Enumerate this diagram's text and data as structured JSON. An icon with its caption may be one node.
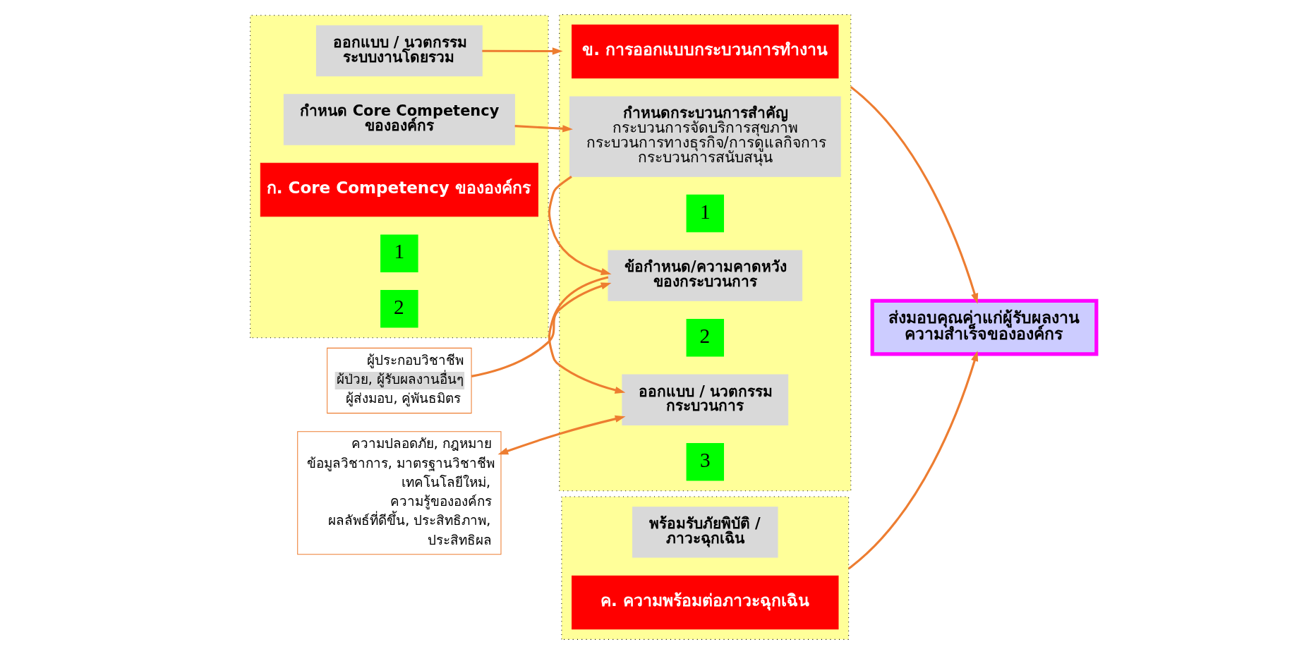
{
  "diagram": {
    "nodes": [
      {
        "text": [],
        "shape": "box"
      },
      {
        "text": [
          "ก. Core Competency ขององค์กร"
        ],
        "in": 0
      },
      {
        "text": [
          "กำหนด Core Competency ขององค์กร"
        ],
        "in": 0
      },
      {
        "text": [
          "1"
        ],
        "in": 0
      },
      {
        "text": [
          "ออกแบบ / นวตกรรม ระบบงานโดยรวม"
        ],
        "in": 0
      },
      {
        "text": [
          "2"
        ],
        "in": 0
      },
      {
        "text": [],
        "shape": "box"
      },
      {
        "text": [
          "ข. การออกแบบกระบวนการทำงาน"
        ],
        "in": 6
      },
      {
        "text": [
          "กำหนดกระบวนการสำคัญ",
          "กระบวนการจัดบริการสุขภาพ กระบวนการทางธุรกิจ/การดูแลกิจการ กระบวนการสนับสนุน"
        ],
        "in": 6
      },
      {
        "text": [
          "1"
        ],
        "in": 6
      },
      {
        "text": [
          "ข้อกำหนด/ความคาดหวัง ของกระบวนการ"
        ],
        "in": 6
      },
      {
        "text": [
          "2"
        ],
        "in": 6
      },
      {
        "text": [
          "ออกแบบ / นวตกรรม กระบวนการ"
        ],
        "in": 6
      },
      {
        "text": [
          "3"
        ],
        "in": 6
      },
      {
        "text": [
          "ส่งมอบคุณค่าแก่ผู้รับผลงาน ความสำเร็จขององค์กร"
        ]
      },
      {
        "text": [],
        "shape": "box"
      },
      {
        "text": [
          "ค. ความพร้อมต่อภาวะฉุกเฉิน"
        ],
        "in": 15
      },
      {
        "text": [
          "พร้อมรับภัยพิบัติ / ภาวะฉุกเฉิน"
        ],
        "in": 15
      },
      {
        "text": [
          "ผู้ประกอบวิชาชีพ",
          "ผ้ป่วย, ผู้รับผลงานอื่นๆ",
          "ผู้ส่งมอบ, คู่พันธมิตร"
        ]
      },
      {
        "text": [
          "ความปลอดภัย, กฎหมาย ข้อมูลวิชาการ, มาตรฐานวิชาชีพ เทคโนโลยีใหม่, ความรู้ขององค์กร ผลลัพธ์ที่ดีขึ้น, ประสิทธิภาพ, ประสิทธิผล"
        ]
      }
    ],
    "edges": [
      {
        "from": 2,
        "to": 8,
        "arrow": "to"
      },
      {
        "from": 4,
        "to": 6,
        "arrow": "to"
      },
      {
        "from": 8,
        "to": 10,
        "arrow": "to"
      },
      {
        "from": 10,
        "to": 12,
        "arrow": "to"
      },
      {
        "from": 18,
        "to": 10,
        "arrow": "to"
      },
      {
        "from": 19,
        "to": 12,
        "arrow": "both"
      },
      {
        "from": 6,
        "to": 14,
        "arrow": "to"
      },
      {
        "from": 15,
        "to": 14,
        "arrow": "to"
      }
    ]
  }
}
